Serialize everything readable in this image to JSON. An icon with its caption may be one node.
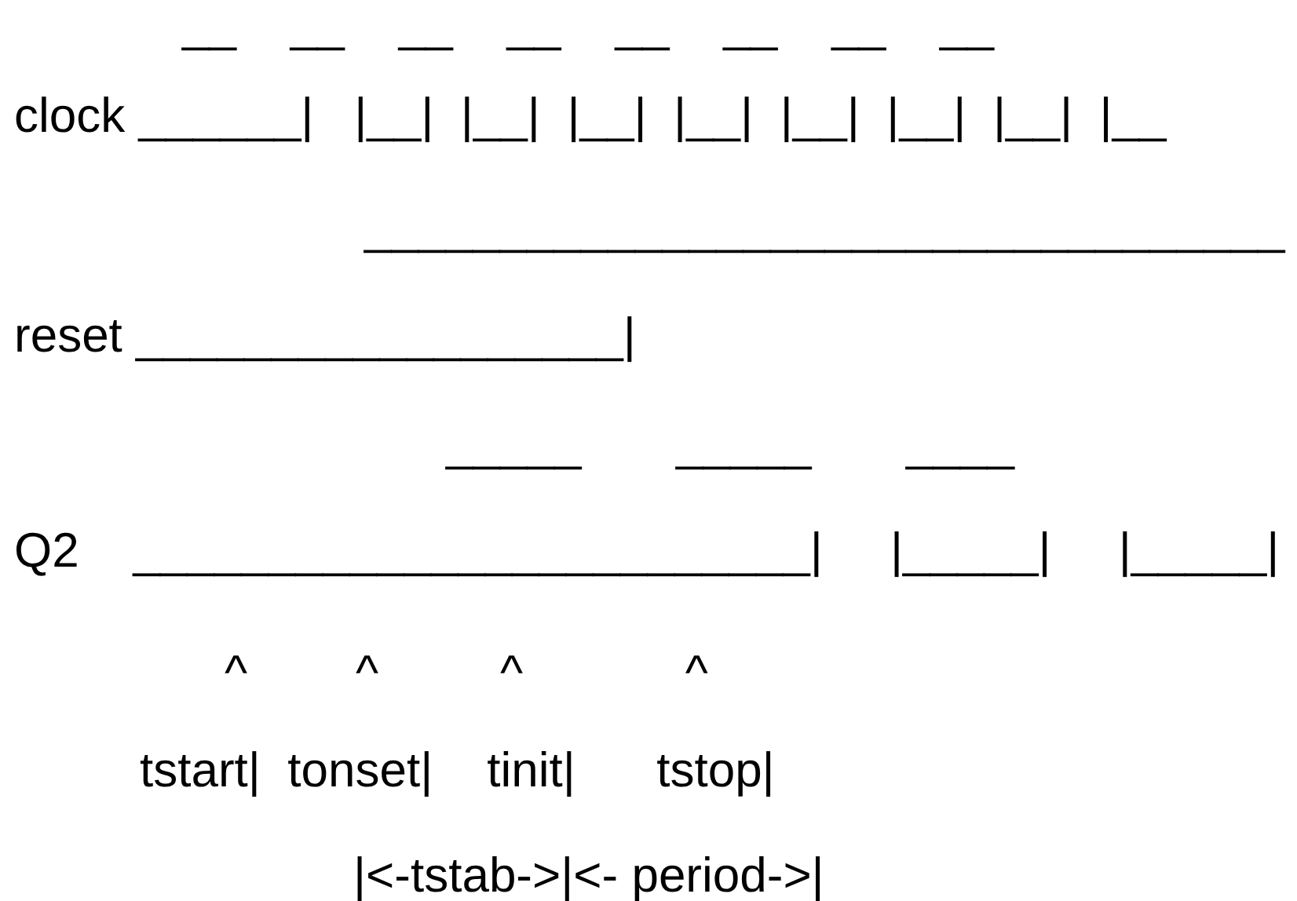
{
  "diagram": {
    "labels": [
      "__    __    __    __    __    __    __    __",
      "clock ______|   |__|  |__|  |__|  |__|  |__|  |__|  |__|  |__",
      "__________________________________",
      "reset __________________|",
      "_____       _____       ____",
      "Q2    _________________________|     |_____|     |_____|",
      "^        ^         ^            ^",
      "tstart|  tonset|    tinit|      tstop|",
      "|<-tstab->|<- period->|"
    ]
  }
}
